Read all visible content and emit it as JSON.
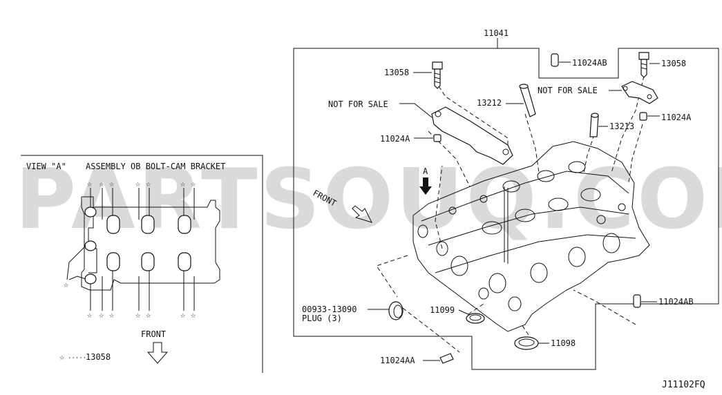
{
  "diagram_id": "J11102FQ",
  "watermark": "PARTSOUQ.COM",
  "view_panel": {
    "title_view": "VIEW \"A\"",
    "title_assembly": "ASSEMBLY OB BOLT-CAM BRACKET",
    "front_label": "FRONT",
    "legend_symbol": "☆",
    "legend_dots": "·····",
    "legend_part": "13058",
    "star": "☆"
  },
  "main": {
    "front_label": "FRONT",
    "view_marker": "A"
  },
  "part_labels": {
    "p11041": "11041",
    "p11024AB_top": "11024AB",
    "p13058_left": "13058",
    "p13058_right": "13058",
    "nfs_left": "NOT FOR SALE",
    "nfs_right": "NOT FOR SALE",
    "p13212": "13212",
    "p13213": "13213",
    "p11024A_left": "11024A",
    "p11024A_right": "11024A",
    "p00933": "00933-13090",
    "plug": "PLUG (3)",
    "p11099": "11099",
    "p11024AB_right": "11024AB",
    "p11098": "11098",
    "p11024AA": "11024AA"
  }
}
